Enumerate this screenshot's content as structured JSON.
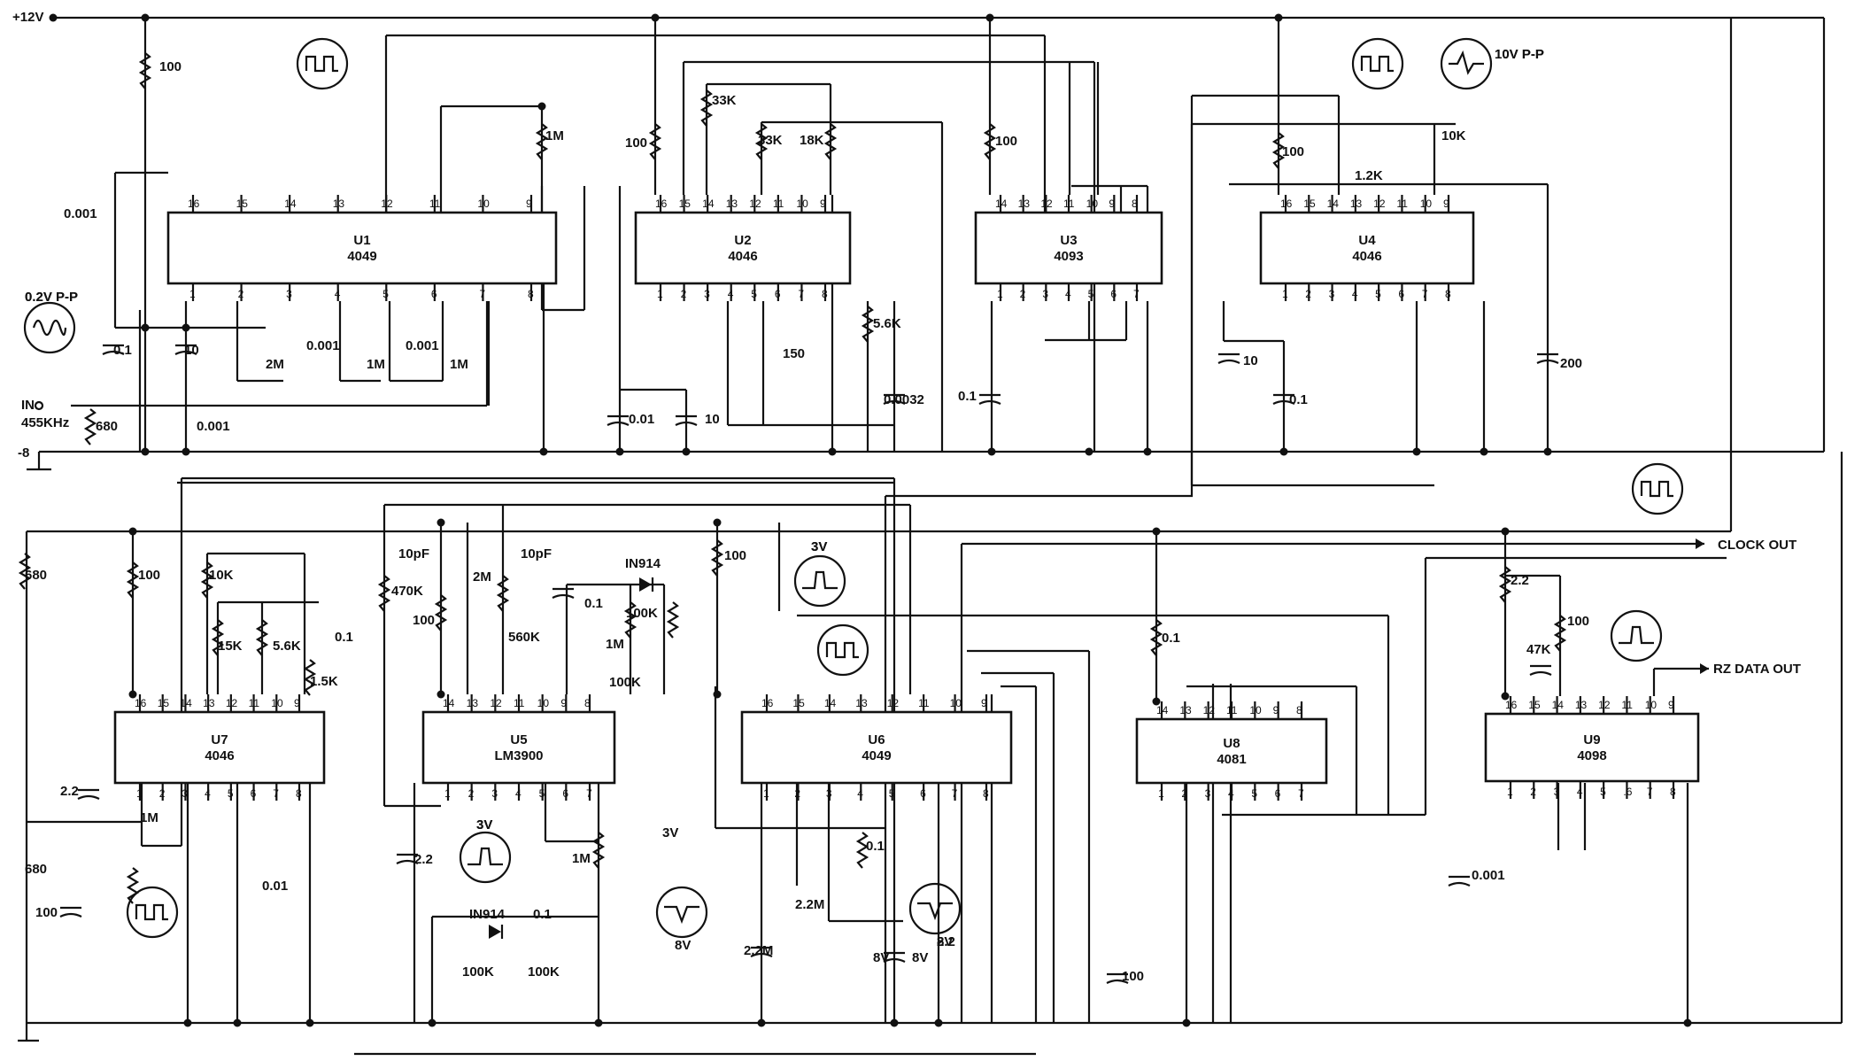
{
  "rails": {
    "plus12v": "+12V",
    "minus8": "-8",
    "input": "IN",
    "input_freq": "455KHz",
    "clock_out": "CLOCK OUT",
    "rz_data_out": "RZ DATA OUT"
  },
  "chips": [
    {
      "ref": "U1",
      "type": "4049",
      "pins_top": [
        "16",
        "15",
        "14",
        "13",
        "12",
        "11",
        "10",
        "9"
      ],
      "pins_bottom": [
        "1",
        "2",
        "3",
        "4",
        "5",
        "6",
        "7",
        "8"
      ]
    },
    {
      "ref": "U2",
      "type": "4046",
      "pins_top": [
        "16",
        "15",
        "14",
        "13",
        "12",
        "11",
        "10",
        "9"
      ],
      "pins_bottom": [
        "1",
        "2",
        "3",
        "4",
        "5",
        "6",
        "7",
        "8"
      ]
    },
    {
      "ref": "U3",
      "type": "4093",
      "pins_top": [
        "14",
        "13",
        "12",
        "11",
        "10",
        "9",
        "8"
      ],
      "pins_bottom": [
        "1",
        "2",
        "3",
        "4",
        "5",
        "6",
        "7"
      ]
    },
    {
      "ref": "U4",
      "type": "4046",
      "pins_top": [
        "16",
        "15",
        "14",
        "13",
        "12",
        "11",
        "10",
        "9"
      ],
      "pins_bottom": [
        "1",
        "2",
        "3",
        "4",
        "5",
        "6",
        "7",
        "8"
      ]
    },
    {
      "ref": "U7",
      "type": "4046",
      "pins_top": [
        "16",
        "15",
        "14",
        "13",
        "12",
        "11",
        "10",
        "9"
      ],
      "pins_bottom": [
        "1",
        "2",
        "3",
        "4",
        "5",
        "6",
        "7",
        "8"
      ]
    },
    {
      "ref": "U5",
      "type": "LM3900",
      "pins_top": [
        "14",
        "13",
        "12",
        "11",
        "10",
        "9",
        "8"
      ],
      "pins_bottom": [
        "1",
        "2",
        "3",
        "4",
        "5",
        "6",
        "7"
      ]
    },
    {
      "ref": "U6",
      "type": "4049",
      "pins_top": [
        "16",
        "15",
        "14",
        "13",
        "12",
        "11",
        "10",
        "9"
      ],
      "pins_bottom": [
        "1",
        "2",
        "3",
        "4",
        "5",
        "6",
        "7",
        "8"
      ]
    },
    {
      "ref": "U8",
      "type": "4081",
      "pins_top": [
        "14",
        "13",
        "12",
        "11",
        "10",
        "9",
        "8"
      ],
      "pins_bottom": [
        "1",
        "2",
        "3",
        "4",
        "5",
        "6",
        "7"
      ]
    },
    {
      "ref": "U9",
      "type": "4098",
      "pins_top": [
        "16",
        "15",
        "14",
        "13",
        "12",
        "11",
        "10",
        "9"
      ],
      "pins_bottom": [
        "1",
        "2",
        "3",
        "4",
        "5",
        ".6",
        "7",
        "8"
      ]
    }
  ],
  "components": [
    "100",
    "0.001",
    "0.1",
    "10",
    "2M",
    "0.001",
    "1M",
    "0.001",
    "1M",
    "1M",
    "680",
    "0.001",
    "0.2V P-P",
    "100",
    "33K",
    "33K",
    "18K",
    "5.6K",
    "150",
    "0.0032",
    "0.01",
    "10",
    "100",
    "0.1",
    "100",
    "1.2K",
    "10K",
    "10V P-P",
    "10",
    "0.1",
    "200",
    "680",
    "100",
    "10K",
    "15K",
    "5.6K",
    "0.1",
    "1.5K",
    "2.2",
    "1M",
    "680",
    "100",
    "0.01",
    "10pF",
    "470K",
    "100",
    "2M",
    "10pF",
    "560K",
    "IN914",
    "0.1",
    "100K",
    "1M",
    "100K",
    "3V",
    "2.2",
    "3V",
    "IN914",
    "0.1",
    "100K",
    "100K",
    "1M",
    "100",
    "3V",
    "0.1",
    "2.2M",
    "2.2M",
    "8V",
    "8V",
    "2.2",
    "0.1",
    "100",
    "2.2",
    "100",
    "47K",
    "0.001",
    "2.2"
  ],
  "annotations": {
    "v02pp": "0.2V P-P",
    "v10pp": "10V P-P",
    "v3a": "3V",
    "v3b": "3V",
    "v8a": "8V",
    "v8b": "8V"
  }
}
